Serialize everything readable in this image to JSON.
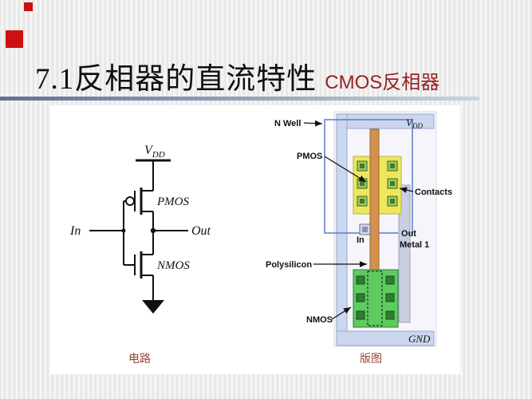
{
  "title": {
    "main": "7.1反相器的直流特性",
    "sub": "CMOS反相器"
  },
  "decor": {
    "accent_red": "#cc1111",
    "divider_from": "#5f7391",
    "divider_to": "#c9d3e2",
    "caption_color": "#994433"
  },
  "circuit": {
    "caption": "电路",
    "labels": {
      "vdd_v": "V",
      "vdd_sub": "DD",
      "pmos": "PMOS",
      "nmos": "NMOS",
      "input": "In",
      "output": "Out"
    }
  },
  "layout_diagram": {
    "caption": "版图",
    "labels": {
      "n_well": "N Well",
      "vdd_v": "V",
      "vdd_sub": "DD",
      "pmos": "PMOS",
      "contacts": "Contacts",
      "input": "In",
      "output": "Out",
      "metal1": "Metal 1",
      "polysilicon": "Polysilicon",
      "nmos": "NMOS",
      "gnd": "GND"
    },
    "colors": {
      "metal_rail": "#cbd7ee",
      "n_well_outline": "#5b7cc9",
      "pmos_active": "#efe65e",
      "nmos_active": "#5ecb5e",
      "polysilicon": "#d2914e",
      "contact_green": "#9ccc65",
      "metal1_strip": "#c7cfe0"
    }
  }
}
